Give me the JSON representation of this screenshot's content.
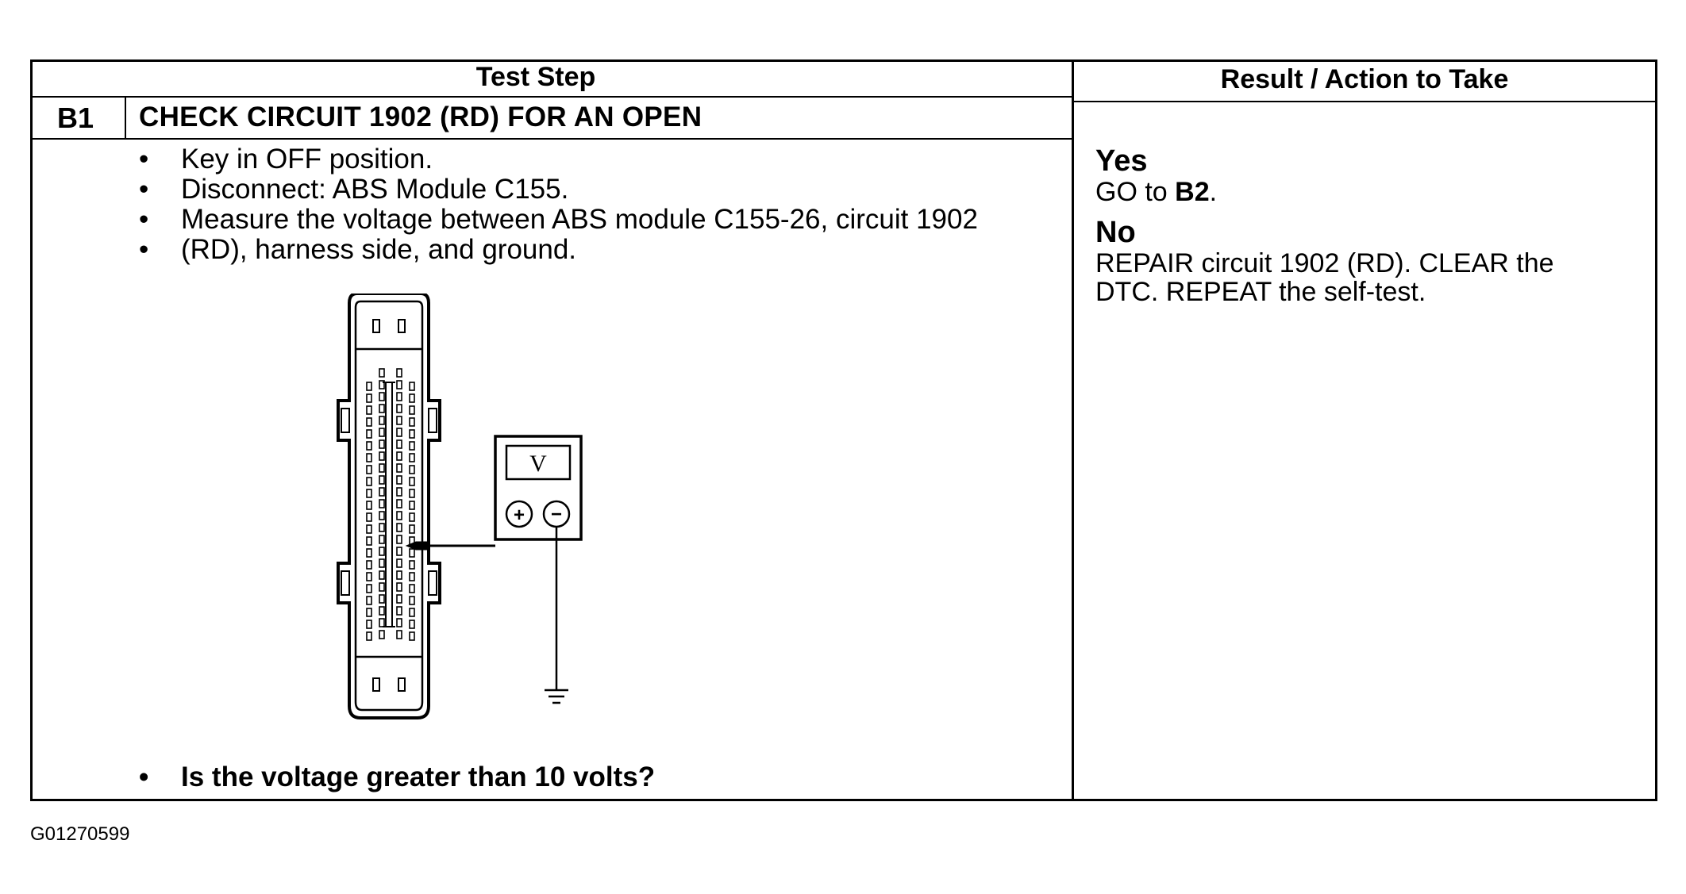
{
  "table": {
    "header_test_step": "Test Step",
    "header_result": "Result / Action to Take",
    "step_id": "B1",
    "step_title": "CHECK CIRCUIT 1902 (RD) FOR AN OPEN",
    "instructions": [
      "Key in OFF position.",
      "Disconnect: ABS Module C155.",
      "Measure the voltage between ABS module C155-26, circuit 1902",
      "(RD), harness side, and ground."
    ],
    "question": "Is the voltage greater than 10 volts?",
    "result": {
      "yes_label": "Yes",
      "yes_action_prefix": "GO to ",
      "yes_action_target": "B2",
      "yes_action_suffix": ".",
      "no_label": "No",
      "no_action_line1": "REPAIR circuit 1902 (RD). CLEAR the",
      "no_action_line2": "DTC. REPEAT the self-test."
    }
  },
  "diagram": {
    "meter_symbol": "V",
    "plus_symbol": "+",
    "minus_symbol": "−"
  },
  "footer_code": "G01270599"
}
